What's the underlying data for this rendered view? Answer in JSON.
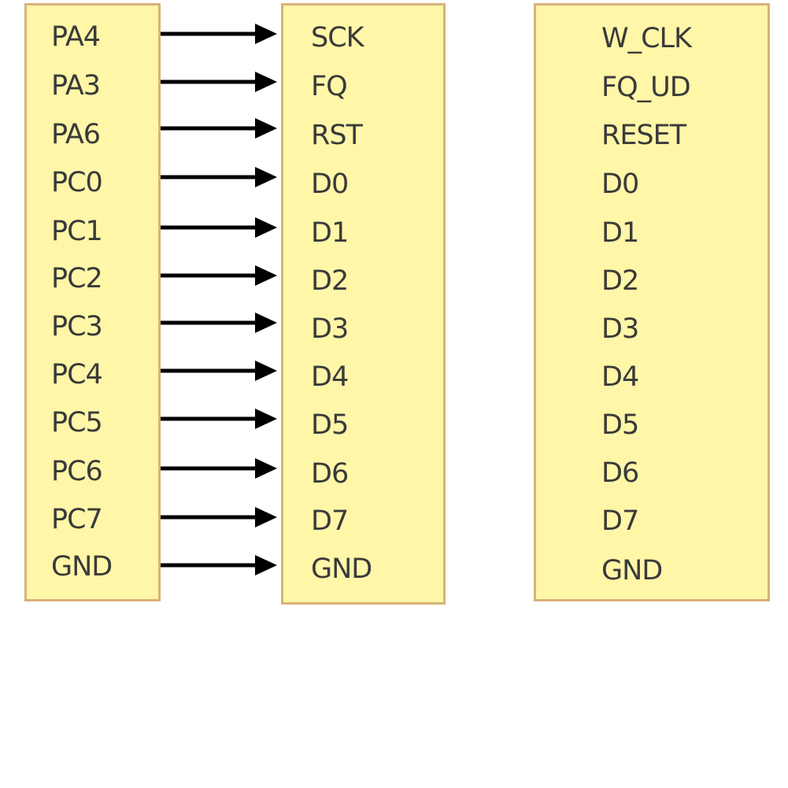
{
  "mcu_pins": [
    "PA4",
    "PA3",
    "PA6",
    "PC0",
    "PC1",
    "PC2",
    "PC3",
    "PC4",
    "PC5",
    "PC6",
    "PC7",
    "GND"
  ],
  "module_pins": [
    "SCK",
    "FQ",
    "RST",
    "D0",
    "D1",
    "D2",
    "D3",
    "D4",
    "D5",
    "D6",
    "D7",
    "GND"
  ],
  "chip_pins": [
    "W_CLK",
    "FQ_UD",
    "RESET",
    "D0",
    "D1",
    "D2",
    "D3",
    "D4",
    "D5",
    "D6",
    "D7",
    "GND"
  ],
  "connections": [
    {
      "from": "PA4",
      "to": "SCK"
    },
    {
      "from": "PA3",
      "to": "FQ"
    },
    {
      "from": "PA6",
      "to": "RST"
    },
    {
      "from": "PC0",
      "to": "D0"
    },
    {
      "from": "PC1",
      "to": "D1"
    },
    {
      "from": "PC2",
      "to": "D2"
    },
    {
      "from": "PC3",
      "to": "D3"
    },
    {
      "from": "PC4",
      "to": "D4"
    },
    {
      "from": "PC5",
      "to": "D5"
    },
    {
      "from": "PC6",
      "to": "D6"
    },
    {
      "from": "PC7",
      "to": "D7"
    },
    {
      "from": "GND",
      "to": "GND"
    }
  ],
  "colors": {
    "box_fill": "#fff6a8",
    "box_border": "#d8b27a",
    "text": "#3a3a3a",
    "arrow": "#000000"
  }
}
